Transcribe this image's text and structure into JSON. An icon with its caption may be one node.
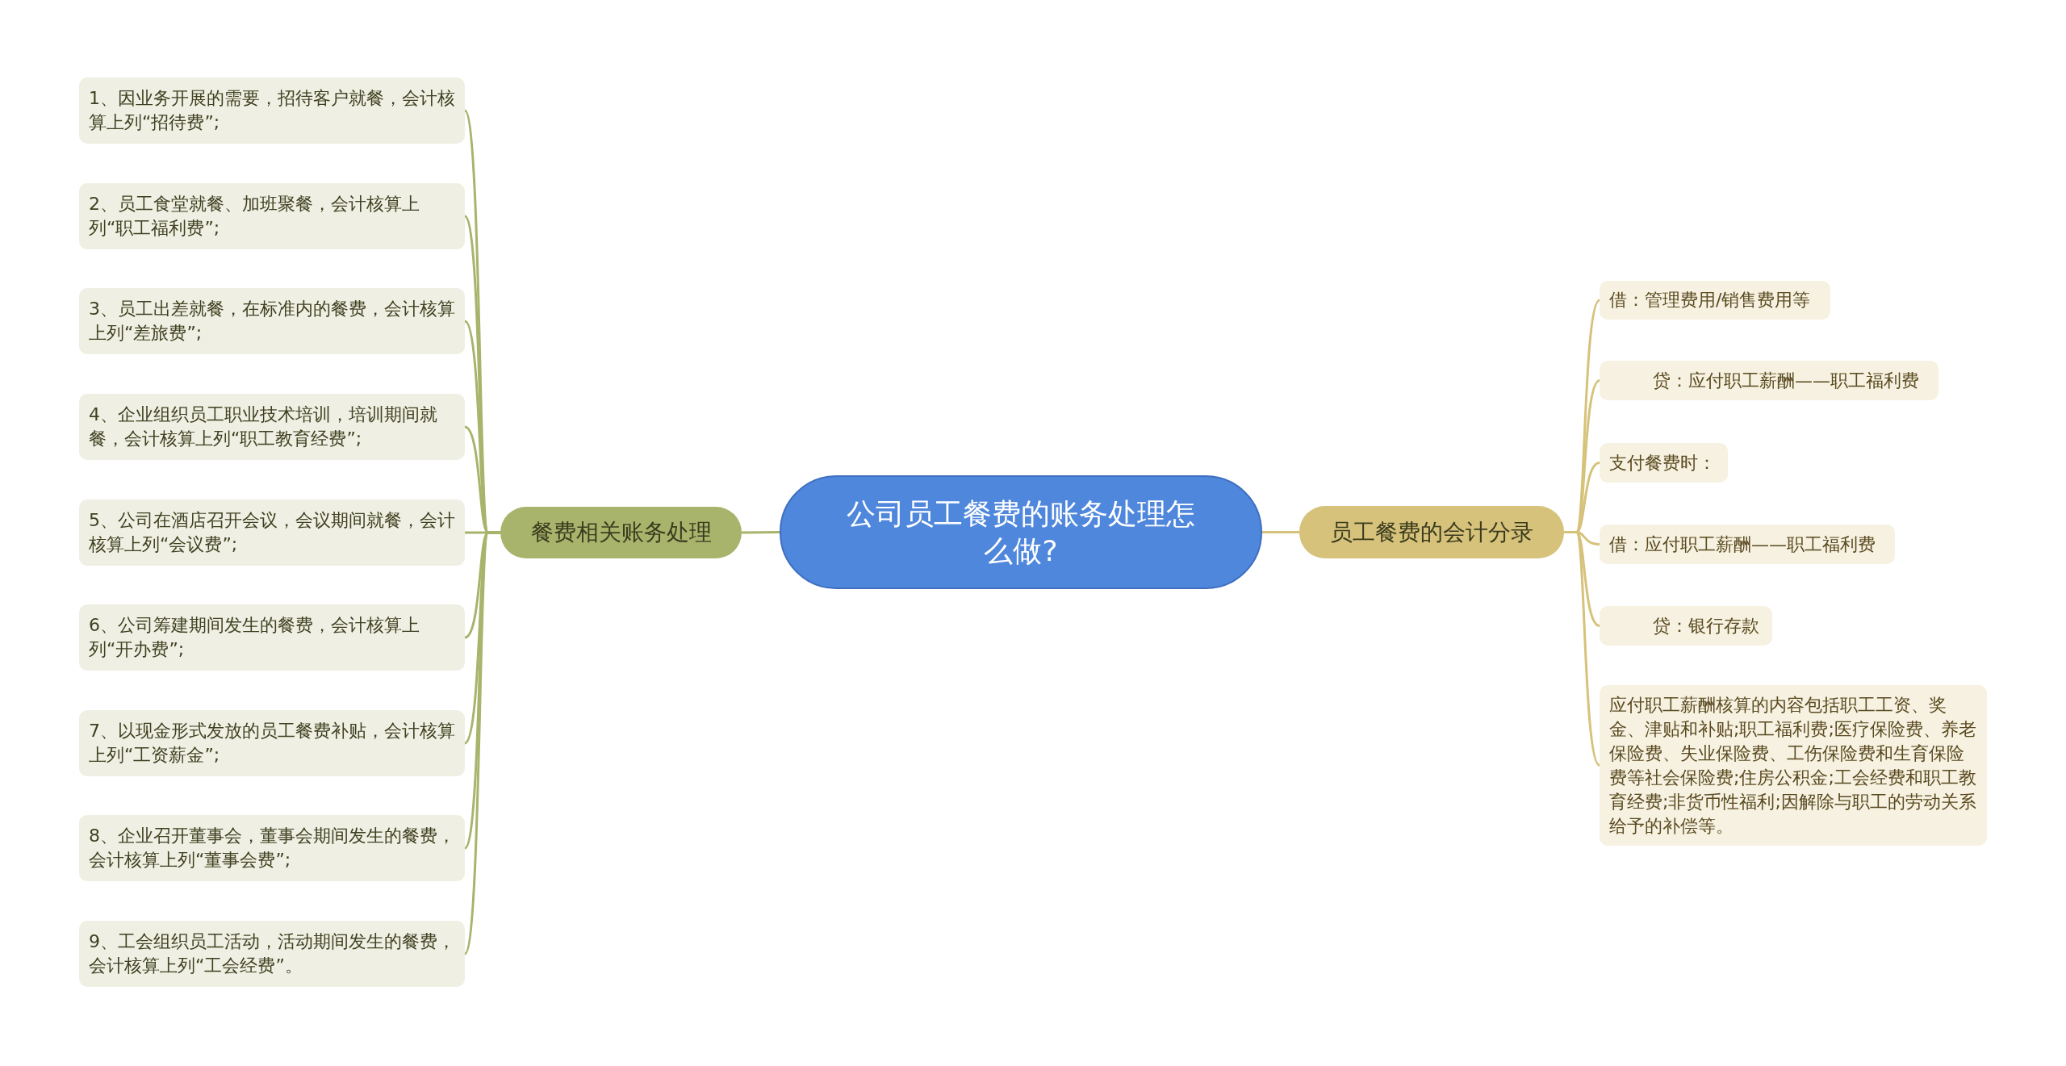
{
  "diagram": {
    "nodes": [
      {
        "text": [
          "公司员工餐费的账务处理怎么做?"
        ]
      },
      {
        "text": [
          "餐费相关账务处理"
        ]
      },
      {
        "text": [
          "1、因业务开展的需要，招待客户就餐，会计核算上列“招待费”;"
        ]
      },
      {
        "text": [
          "2、员工食堂就餐、加班聚餐，会计核算上列“职工福利费”;"
        ]
      },
      {
        "text": [
          "3、员工出差就餐，在标准内的餐费，会计核算上列“差旅费”;"
        ]
      },
      {
        "text": [
          "4、企业组织员工职业技术培训，培训期间就餐，会计核算上列“职工教育经费”;"
        ]
      },
      {
        "text": [
          "5、公司在酒店召开会议，会议期间就餐，会计核算上列“会议费”;"
        ]
      },
      {
        "text": [
          "6、公司筹建期间发生的餐费，会计核算上列“开办费”;"
        ]
      },
      {
        "text": [
          "7、以现金形式发放的员工餐费补贴，会计核算上列“工资薪金”;"
        ]
      },
      {
        "text": [
          "8、企业召开董事会，董事会期间发生的餐费，会计核算上列“董事会费”;"
        ]
      },
      {
        "text": [
          "9、工会组织员工活动，活动期间发生的餐费，会计核算上列“工会经费”。"
        ]
      },
      {
        "text": [
          "员工餐费的会计分录"
        ]
      },
      {
        "text": [
          "借：管理费用/销售费用等"
        ]
      },
      {
        "text": [
          "贷：应付职工薪酬——职工福利费"
        ]
      },
      {
        "text": [
          "支付餐费时："
        ]
      },
      {
        "text": [
          "借：应付职工薪酬——职工福利费"
        ]
      },
      {
        "text": [
          "贷：银行存款"
        ]
      },
      {
        "text": [
          "应付职工薪酬核算的内容包括职工工资、奖金、津贴和补贴;职工福利费;医疗保险费、养老保险费、失业保险费、工伤保险费和生育保险费等社会保险费;住房公积金;工会经费和职工教育经费;非货币性福利;因解除与职工的劳动关系给予的补偿等。"
        ]
      }
    ],
    "edges": [
      {
        "from": 0,
        "to": 1,
        "arrow": "none"
      },
      {
        "from": 1,
        "to": 2,
        "arrow": "none"
      },
      {
        "from": 1,
        "to": 3,
        "arrow": "none"
      },
      {
        "from": 1,
        "to": 4,
        "arrow": "none"
      },
      {
        "from": 1,
        "to": 5,
        "arrow": "none"
      },
      {
        "from": 1,
        "to": 6,
        "arrow": "none"
      },
      {
        "from": 1,
        "to": 7,
        "arrow": "none"
      },
      {
        "from": 1,
        "to": 8,
        "arrow": "none"
      },
      {
        "from": 1,
        "to": 9,
        "arrow": "none"
      },
      {
        "from": 1,
        "to": 10,
        "arrow": "none"
      },
      {
        "from": 0,
        "to": 11,
        "arrow": "none",
        "color": "#d6c27a"
      },
      {
        "from": 11,
        "to": 12,
        "arrow": "none",
        "color": "#d6c27a"
      },
      {
        "from": 11,
        "to": 13,
        "arrow": "none",
        "color": "#d6c27a"
      },
      {
        "from": 11,
        "to": 14,
        "arrow": "none",
        "color": "#d6c27a"
      },
      {
        "from": 11,
        "to": 15,
        "arrow": "none",
        "color": "#d6c27a"
      },
      {
        "from": 11,
        "to": 16,
        "arrow": "none",
        "color": "#d6c27a"
      },
      {
        "from": 11,
        "to": 17,
        "arrow": "none",
        "color": "#d6c27a"
      }
    ]
  }
}
